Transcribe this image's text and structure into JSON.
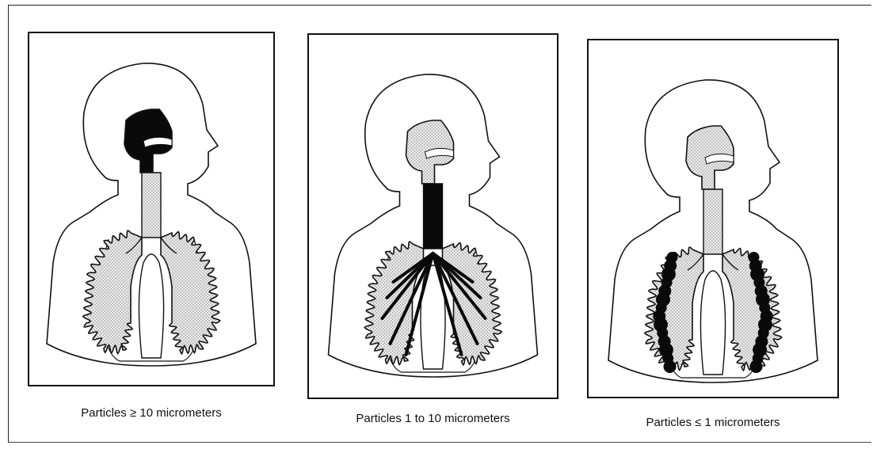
{
  "panels": [
    {
      "caption": "Particles ≥ 10 micrometers",
      "deposition": "nose-mouth"
    },
    {
      "caption": "Particles 1 to 10 micrometers",
      "deposition": "trachea-bronchi"
    },
    {
      "caption": "Particles ≤ 1 micrometers",
      "deposition": "alveoli"
    }
  ],
  "colors": {
    "deposit": "#0a0a0a",
    "airway": "#d8d8d8",
    "outline": "#111111"
  }
}
